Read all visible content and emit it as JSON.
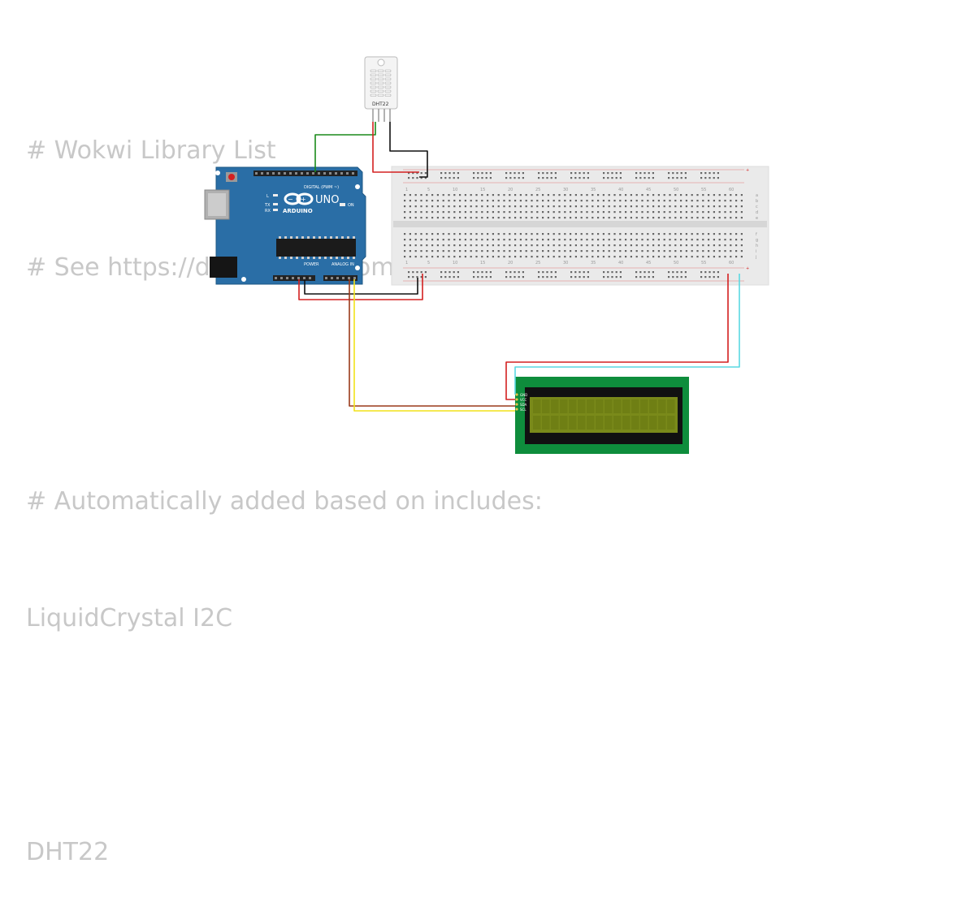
{
  "editor": {
    "lines": [
      "# Wokwi Library List",
      "# See https://docs.wokwi.com/guides/libraries",
      "",
      "# Automatically added based on includes:",
      "LiquidCrystal I2C",
      "",
      "DHT22"
    ]
  },
  "dht22": {
    "label": "DHT22"
  },
  "arduino": {
    "brand": "ARDUINO",
    "model": "UNO",
    "digital_header": "DIGITAL (PWM ~)",
    "power_header": "POWER",
    "analog_header": "ANALOG IN",
    "led_l": "L",
    "led_tx": "TX",
    "led_rx": "RX",
    "led_on": "ON",
    "board_color": "#2a6ea6"
  },
  "breadboard": {
    "column_numbers": [
      "1",
      "5",
      "10",
      "15",
      "20",
      "25",
      "30",
      "35",
      "40",
      "45",
      "50",
      "55",
      "60"
    ],
    "top_rows": [
      "a",
      "b",
      "c",
      "d",
      "e"
    ],
    "bottom_rows": [
      "f",
      "g",
      "h",
      "i",
      "j"
    ],
    "rail_symbol": "+"
  },
  "lcd": {
    "pins": [
      "GND",
      "VCC",
      "SDA",
      "SCL"
    ],
    "pcb_color": "#0e8d3c",
    "screen_color": "#7a8a1a"
  },
  "wire_colors": {
    "green": "#1a8a1a",
    "red": "#d42020",
    "black": "#111111",
    "brown": "#9a3a1a",
    "yellow": "#f2e21a",
    "cyan": "#5ad8e2"
  }
}
